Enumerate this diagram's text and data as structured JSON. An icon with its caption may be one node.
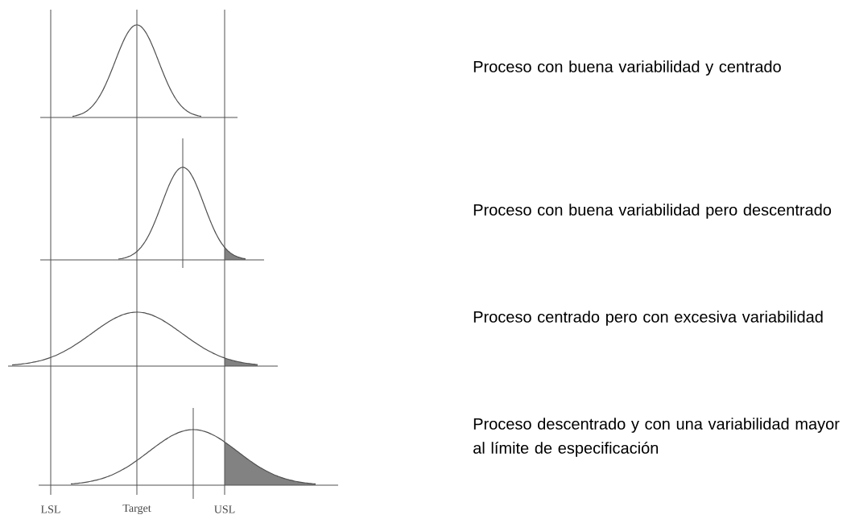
{
  "diagram": {
    "labels": [
      "Proceso con buena variabilidad y centrado",
      "Proceso con buena variabilidad pero descentrado",
      "Proceso centrado pero con excesiva variabilidad",
      "Proceso descentrado y con una variabilidad mayor al límite de especificación",
      "LSL",
      "Target",
      "USL"
    ]
  }
}
